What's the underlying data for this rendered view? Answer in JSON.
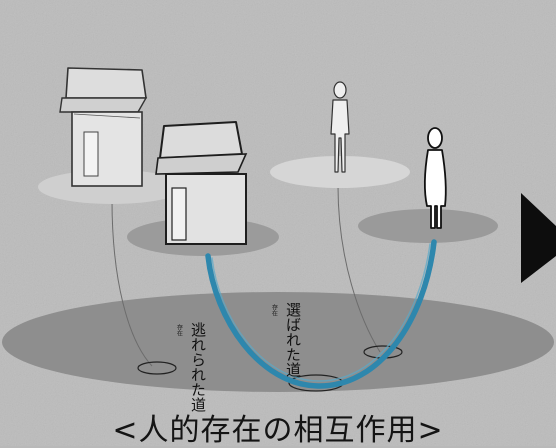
{
  "caption": "<人的存在の相互作用>",
  "labels": {
    "left_text": "逃れられた道",
    "left_small": "存在",
    "right_text": "選ばれた道",
    "right_small": "存在"
  },
  "colors": {
    "background": "#b9b9b9",
    "ground_disc": "#8f8f8f",
    "raised_disc_dark": "#9a9a9a",
    "raised_disc_light": "#d4d4d4",
    "arc_blue": "#2f83a8",
    "arrow": "#0d0d0d"
  },
  "icons": [
    "house-icon",
    "person-icon",
    "arrow-right-icon"
  ]
}
